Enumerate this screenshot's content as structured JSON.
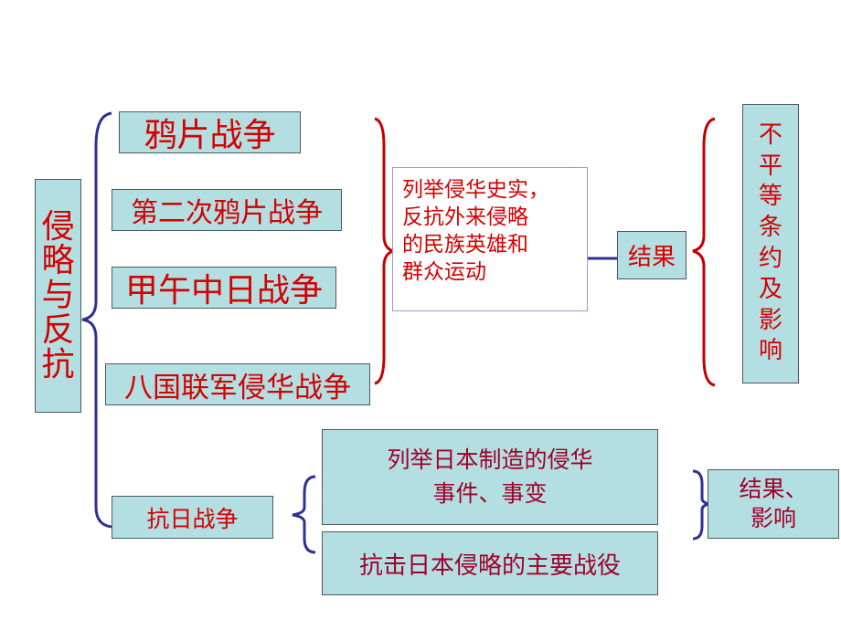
{
  "root": {
    "chars": [
      "侵",
      "略",
      "与",
      "反",
      "抗"
    ]
  },
  "wars": [
    "鸦片战争",
    "第二次鸦片战争",
    "甲午中日战争",
    "八国联军侵华战争"
  ],
  "facts_box": {
    "lines": [
      "列举侵华史实，",
      "反抗外来侵略",
      "的民族英雄和",
      "群众运动"
    ]
  },
  "result_box": "结果",
  "treaty_box": {
    "chars": [
      "不",
      "平",
      "等",
      "条",
      "约",
      "及",
      "影",
      "响"
    ]
  },
  "anti_japan": {
    "label": "抗日战争",
    "incidents_lines": [
      "列举日本制造的侵华",
      "事件、事变"
    ],
    "battles": "抗击日本侵略的主要战役",
    "result_lines": [
      "结果、",
      "影响"
    ]
  },
  "colors": {
    "box_fill": "#b4dfe2",
    "red": "#d40000",
    "blue": "#2e3192"
  }
}
